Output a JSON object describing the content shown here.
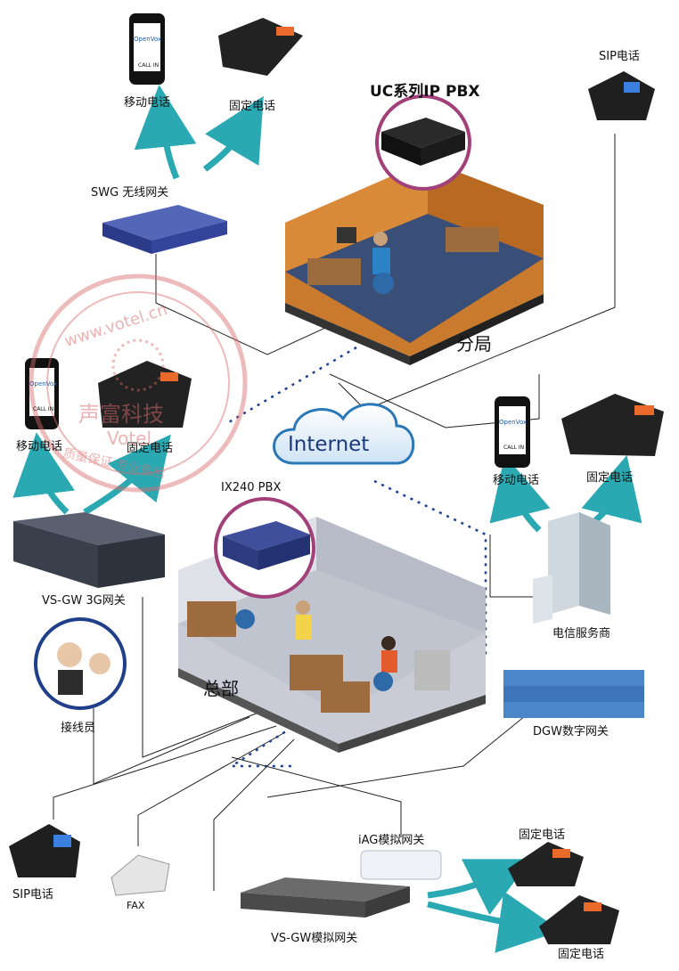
{
  "labels": {
    "mobile_top": "移动电话",
    "landline_top": "固定电话",
    "swg": "SWG 无线网关",
    "uc_pbx": "UC系列IP PBX",
    "sip_top": "SIP电话",
    "branch": "分局",
    "mobile_left": "移动电话",
    "landline_left": "固定电话",
    "internet": "Internet",
    "ix240": "IX240 PBX",
    "mobile_right": "移动电话",
    "landline_right": "固定电话",
    "vsgw3g": "VS-GW 3G网关",
    "carrier": "电信服务商",
    "hq": "总部",
    "dgw": "DGW数字网关",
    "operator": "接线员",
    "iag": "iAG模拟网关",
    "landline_br1": "固定电话",
    "sip_bottom": "SIP电话",
    "fax": "FAX",
    "vsgw_analog": "VS-GW模拟网关",
    "landline_br2": "固定电话"
  },
  "device_text": {
    "openvox": "OpenVox",
    "call_in": "CALL IN"
  },
  "watermark": {
    "url": "www.votel.cn",
    "title": "声富科技",
    "brand": "Votel",
    "motto": "质量保证 专业售后"
  },
  "colors": {
    "arrow": "#2aa9b3",
    "link": "#111111",
    "vpn": "#1d3f94",
    "highlight": "#a2407a",
    "watermark": "#d96a6a"
  }
}
